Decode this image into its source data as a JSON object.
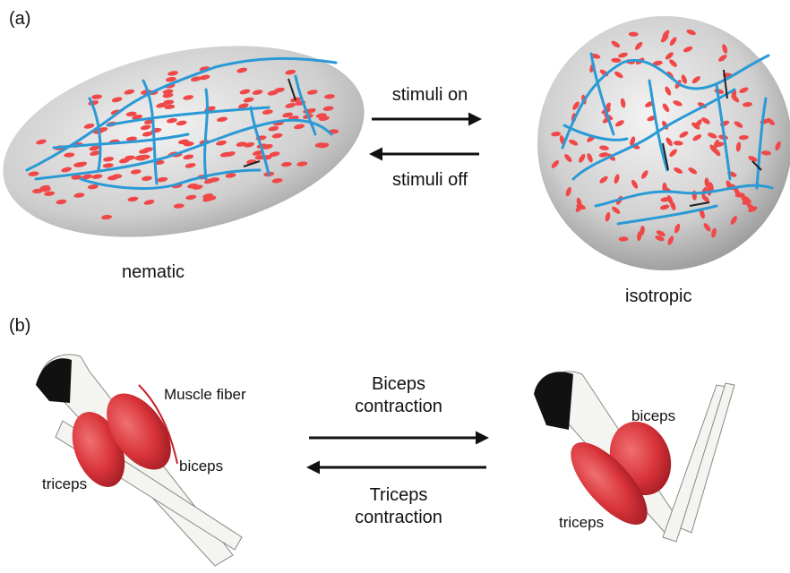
{
  "panel_a": {
    "label": "(a)",
    "arrow_forward": "stimuli on",
    "arrow_backward": "stimuli off",
    "left_state": "nematic",
    "right_state": "isotropic",
    "colors": {
      "mesogen": "#f04848",
      "network": "#2a9ad6",
      "ellipsoid": "#cfcfcf",
      "crosslink": "#222222"
    }
  },
  "panel_b": {
    "label": "(b)",
    "arrow_forward_line1": "Biceps",
    "arrow_forward_line2": "contraction",
    "arrow_backward_line1": "Triceps",
    "arrow_backward_line2": "contraction",
    "left": {
      "fiber_label": "Muscle fiber",
      "biceps_label": "biceps",
      "triceps_label": "triceps"
    },
    "right": {
      "biceps_label": "biceps",
      "triceps_label": "triceps"
    },
    "colors": {
      "muscle": "#d8343a",
      "bone": "#f4f4f0",
      "bone_shadow": "#111111",
      "fiber": "#c8202a"
    }
  }
}
